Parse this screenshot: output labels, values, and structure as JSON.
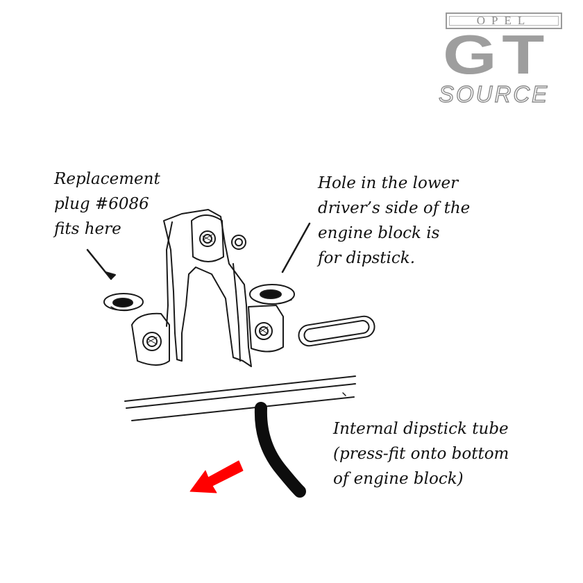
{
  "logo": {
    "top_word": "OPEL",
    "main_word": "GT",
    "bottom_word": "SOURCE"
  },
  "annotations": {
    "plug_note": "Replacement\nplug #6086\nfits here",
    "hole_note": "Hole in the lower\ndriver’s side of the\nengine block is\nfor dipstick.",
    "tube_note": "Internal dipstick tube\n(press-fit onto bottom\nof engine block)"
  },
  "colors": {
    "arrow_highlight": "#ff0000",
    "ink": "#111111",
    "logo_gray": "#9e9e9e"
  }
}
